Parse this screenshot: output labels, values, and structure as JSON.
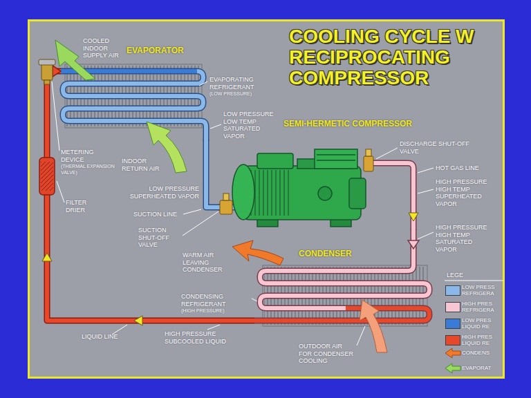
{
  "diagram": {
    "title": "COOLING CYCLE W RECIPROCATING COMPRESSOR",
    "nodes": [
      {
        "text": [
          "EVAPORATOR"
        ]
      },
      {
        "text": [
          "SEMI-HERMETIC COMPRESSOR"
        ]
      },
      {
        "text": [
          "CONDENSER"
        ]
      }
    ],
    "edges": [
      {
        "from": 1,
        "to": 2,
        "arrow": "to"
      },
      {
        "from": 2,
        "to": 0,
        "arrow": "to"
      },
      {
        "from": 0,
        "to": 1,
        "arrow": "none"
      }
    ],
    "labels": [
      "COOLED INDOOR SUPPLY AIR",
      "EVAPORATING REFRIGERANT",
      "(LOW PRESSURE)",
      "LOW PRESSURE LOW TEMP SATURATED VAPOR",
      "DISCHARGE SHUT-OFF VALVE",
      "HOT GAS LINE",
      "HIGH PRESSURE HIGH TEMP SUPERHEATED VAPOR",
      "METERING DEVICE",
      "(THERMAL EXPANSION VALVE)",
      "INDOOR RETURN AIR",
      "LOW PRESSURE SUPERHEATED VAPOR",
      "SUCTION LINE",
      "FILTER DRIER",
      "SUCTION SHUT-OFF VALVE",
      "HIGH PRESSURE HIGH TEMP SATURATED VAPOR",
      "WARM AIR LEAVING CONDENSER",
      "CONDENSING REFRIGERANT",
      "(HIGH PRESSURE)",
      "LIQUID LINE",
      "HIGH PRESSURE SUBCOOLED LIQUID",
      "OUTDOOR AIR FOR CONDENSER COOLING",
      "LEGE"
    ],
    "legend": [
      {
        "text": "LOW PRESS REFRIGERA",
        "color": "#8ab8e8"
      },
      {
        "text": "HIGH PRES REFRIGERA",
        "color": "#f6c7d2"
      },
      {
        "text": "LOW PRES LIQUID RE",
        "color": "#3a7bd5"
      },
      {
        "text": "HIGH PRES LIQUID RE",
        "color": "#e8482a"
      },
      {
        "text": "CONDENS"
      },
      {
        "text": "EVAPORAT"
      }
    ]
  }
}
